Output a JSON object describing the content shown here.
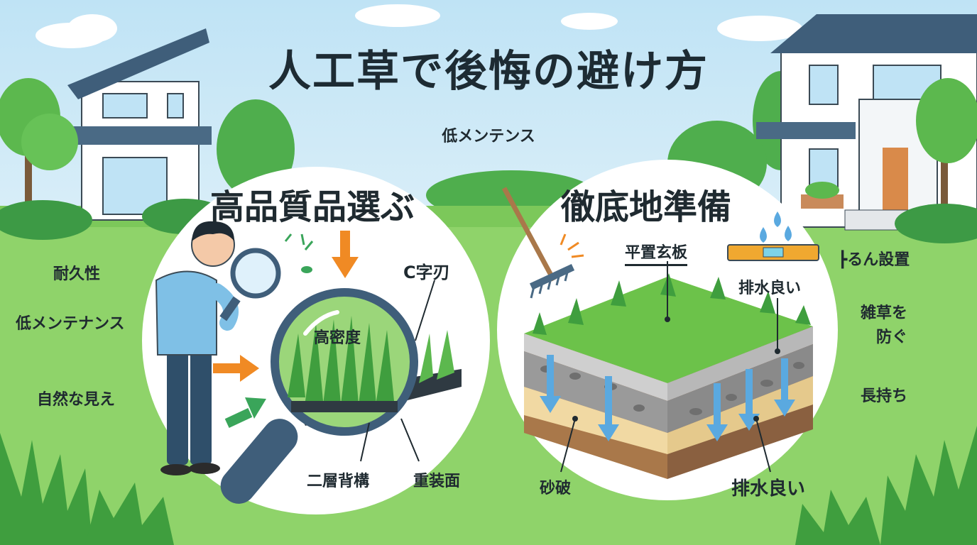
{
  "title": "人工草で後悔の避け方",
  "subtitle": "低メンテンス",
  "left_panel": {
    "heading": "高品質品選ぶ",
    "callouts": {
      "density": "高密度",
      "c_blade": "C字刃",
      "double_backing": "二層背構",
      "heavy_surface": "重装面"
    }
  },
  "right_panel": {
    "heading": "徹底地準備",
    "callouts": {
      "level_board": "平置玄板",
      "drainage_top": "排水良い",
      "gravel": "砂破",
      "drainage_bottom": "排水良い"
    }
  },
  "left_benefits": [
    "耐久性",
    "低メンテナンス",
    "自然な見え"
  ],
  "right_benefits": [
    "┣るん設置",
    "雑草を\n防ぐ",
    "長持ち"
  ],
  "colors": {
    "grass": "#6cc24a",
    "sky": "#cfe9f3",
    "accent_orange": "#f08a24",
    "accent_green": "#3aa55a",
    "water": "#5aa9e0"
  }
}
